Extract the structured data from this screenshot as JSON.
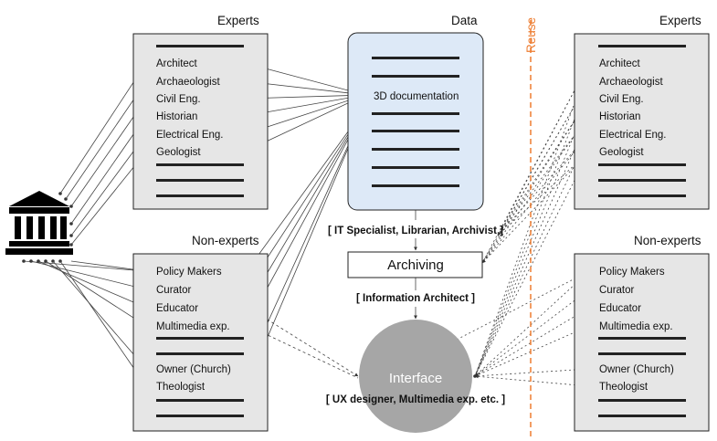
{
  "left_panel": {
    "experts_heading": "Experts",
    "experts": [
      "Architect",
      "Archaeologist",
      "Civil Eng.",
      "Historian",
      "Electrical Eng.",
      "Geologist"
    ],
    "nonexperts_heading": "Non-experts",
    "nonexperts_top": [
      "Policy Makers",
      "Curator",
      "Educator",
      "Multimedia exp."
    ],
    "nonexperts_bottom": [
      "Owner (Church)",
      "Theologist"
    ]
  },
  "right_panel": {
    "experts_heading": "Experts",
    "experts": [
      "Architect",
      "Archaeologist",
      "Civil Eng.",
      "Historian",
      "Electrical Eng.",
      "Geologist"
    ],
    "nonexperts_heading": "Non-experts",
    "nonexperts_top": [
      "Policy Makers",
      "Curator",
      "Educator",
      "Multimedia exp."
    ],
    "nonexperts_bottom": [
      "Owner (Church)",
      "Theologist"
    ]
  },
  "center": {
    "data_heading": "Data",
    "documentation_label": "3D documentation",
    "archiving_roles": "[ IT Specialist, Librarian, Archivist ]",
    "archiving_label": "Archiving",
    "architect_role": "[ Information Architect ]",
    "interface_label": "Interface",
    "interface_roles": "[ UX designer, Multimedia exp. etc. ]"
  },
  "reuse_label": "Reuse",
  "colors": {
    "panel_fill": "#e6e6e6",
    "data_fill": "#dde9f7",
    "interface_fill": "#a6a6a6",
    "reuse_line": "#ed7d31",
    "text": "#111111"
  },
  "icons": [
    "museum-icon"
  ]
}
